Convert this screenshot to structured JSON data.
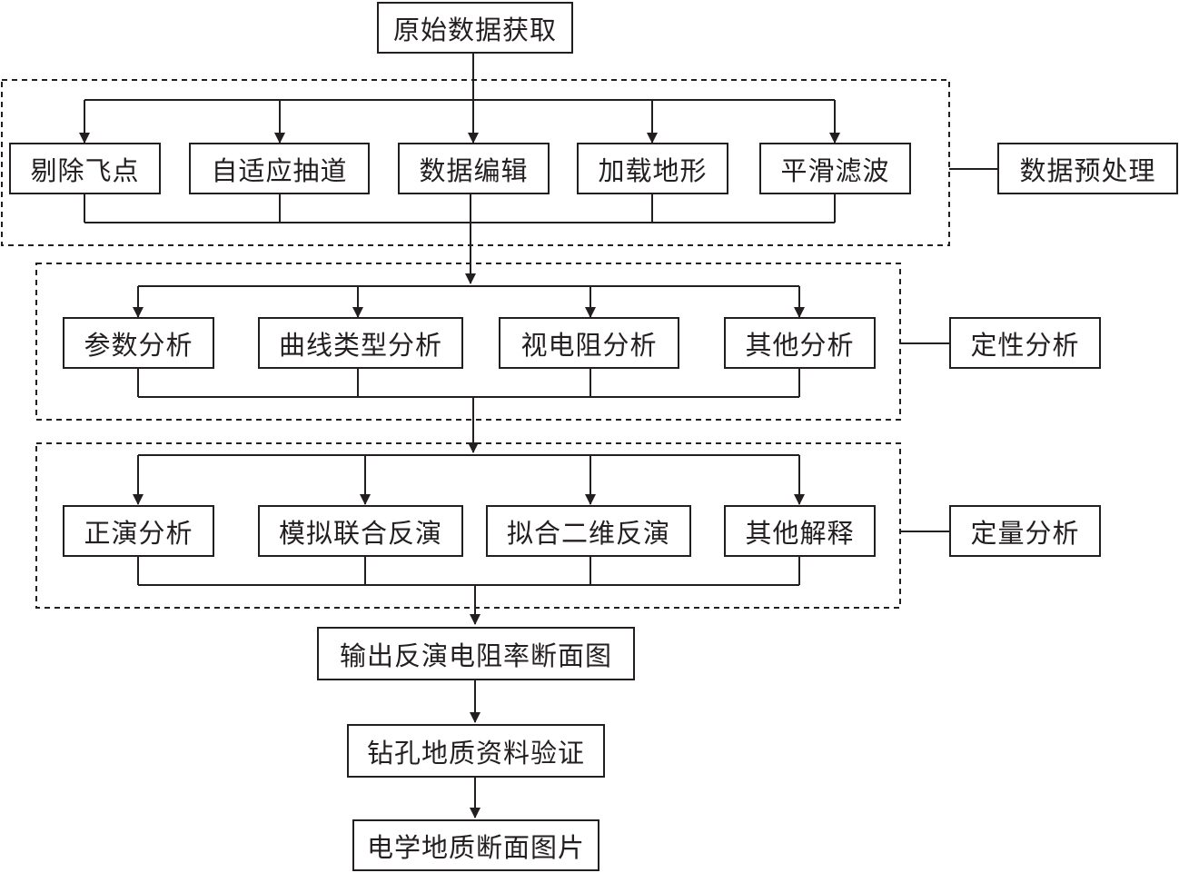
{
  "colors": {
    "line": "#231f20",
    "background": "#ffffff"
  },
  "nodes": {
    "start": "原始数据获取",
    "pre": [
      "剔除飞点",
      "自适应抽道",
      "数据编辑",
      "加载地形",
      "平滑滤波"
    ],
    "pre_group": "数据预处理",
    "qual": [
      "参数分析",
      "曲线类型分析",
      "视电阻分析",
      "其他分析"
    ],
    "qual_group": "定性分析",
    "quant": [
      "正演分析",
      "模拟联合反演",
      "拟合二维反演",
      "其他解释"
    ],
    "quant_group": "定量分析",
    "output": "输出反演电阻率断面图",
    "verify": "钻孔地质资料验证",
    "final": "电学地质断面图片"
  }
}
